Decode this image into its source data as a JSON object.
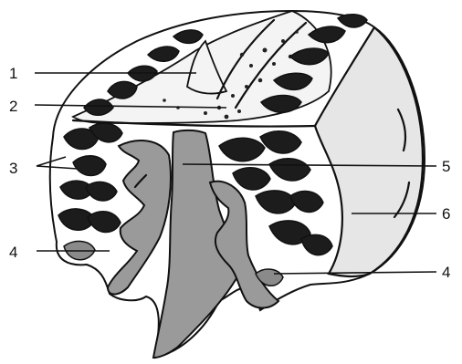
{
  "figure": {
    "labels": [
      {
        "id": "label-1",
        "text": "1"
      },
      {
        "id": "label-2",
        "text": "2"
      },
      {
        "id": "label-3",
        "text": "3"
      },
      {
        "id": "label-4-left",
        "text": "4"
      },
      {
        "id": "label-5",
        "text": "5"
      },
      {
        "id": "label-6",
        "text": "6"
      },
      {
        "id": "label-4-right",
        "text": "4"
      }
    ]
  }
}
